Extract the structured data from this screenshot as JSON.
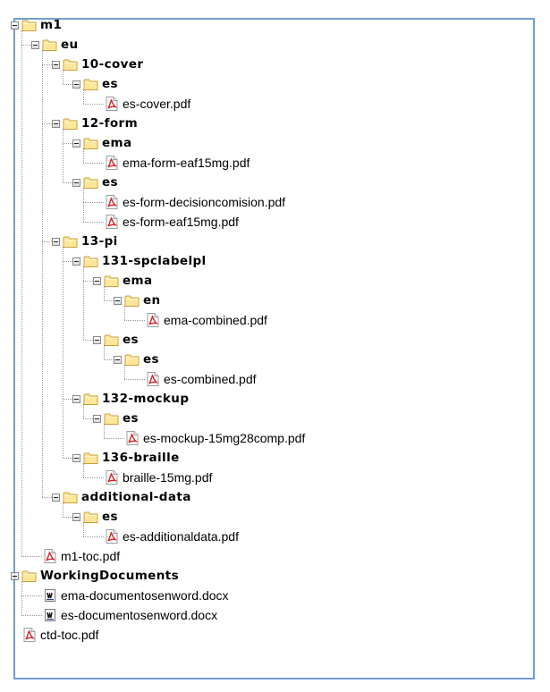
{
  "colors": {
    "frame_border": "#6f9fd0",
    "folder_fill": "#ffe79a",
    "folder_stroke": "#c9a13a",
    "pdf_red": "#d6232a",
    "connector": "#9a9a9a"
  },
  "tree": [
    {
      "label": "m1",
      "type": "folder",
      "children": [
        {
          "label": "eu",
          "type": "folder",
          "children": [
            {
              "label": "10-cover",
              "type": "folder",
              "children": [
                {
                  "label": "es",
                  "type": "folder",
                  "children": [
                    {
                      "label": "es-cover.pdf",
                      "type": "pdf"
                    }
                  ]
                }
              ]
            },
            {
              "label": "12-form",
              "type": "folder",
              "children": [
                {
                  "label": "ema",
                  "type": "folder",
                  "children": [
                    {
                      "label": "ema-form-eaf15mg.pdf",
                      "type": "pdf"
                    }
                  ]
                },
                {
                  "label": "es",
                  "type": "folder",
                  "children": [
                    {
                      "label": "es-form-decisioncomision.pdf",
                      "type": "pdf"
                    },
                    {
                      "label": "es-form-eaf15mg.pdf",
                      "type": "pdf"
                    }
                  ]
                }
              ]
            },
            {
              "label": "13-pi",
              "type": "folder",
              "children": [
                {
                  "label": "131-spclabelpl",
                  "type": "folder",
                  "children": [
                    {
                      "label": "ema",
                      "type": "folder",
                      "children": [
                        {
                          "label": "en",
                          "type": "folder",
                          "children": [
                            {
                              "label": "ema-combined.pdf",
                              "type": "pdf"
                            }
                          ]
                        }
                      ]
                    },
                    {
                      "label": "es",
                      "type": "folder",
                      "children": [
                        {
                          "label": "es",
                          "type": "folder",
                          "children": [
                            {
                              "label": "es-combined.pdf",
                              "type": "pdf"
                            }
                          ]
                        }
                      ]
                    }
                  ]
                },
                {
                  "label": "132-mockup",
                  "type": "folder",
                  "children": [
                    {
                      "label": "es",
                      "type": "folder",
                      "children": [
                        {
                          "label": "es-mockup-15mg28comp.pdf",
                          "type": "pdf"
                        }
                      ]
                    }
                  ]
                },
                {
                  "label": "136-braille",
                  "type": "folder",
                  "children": [
                    {
                      "label": "braille-15mg.pdf",
                      "type": "pdf"
                    }
                  ]
                }
              ]
            },
            {
              "label": "additional-data",
              "type": "folder",
              "children": [
                {
                  "label": "es",
                  "type": "folder",
                  "children": [
                    {
                      "label": "es-additionaldata.pdf",
                      "type": "pdf"
                    }
                  ]
                }
              ]
            }
          ]
        },
        {
          "label": "m1-toc.pdf",
          "type": "pdf"
        }
      ]
    },
    {
      "label": "WorkingDocuments",
      "type": "folder",
      "children": [
        {
          "label": "ema-documentosenword.docx",
          "type": "docx"
        },
        {
          "label": "es-documentosenword.docx",
          "type": "docx"
        }
      ]
    },
    {
      "label": "ctd-toc.pdf",
      "type": "pdf"
    }
  ]
}
